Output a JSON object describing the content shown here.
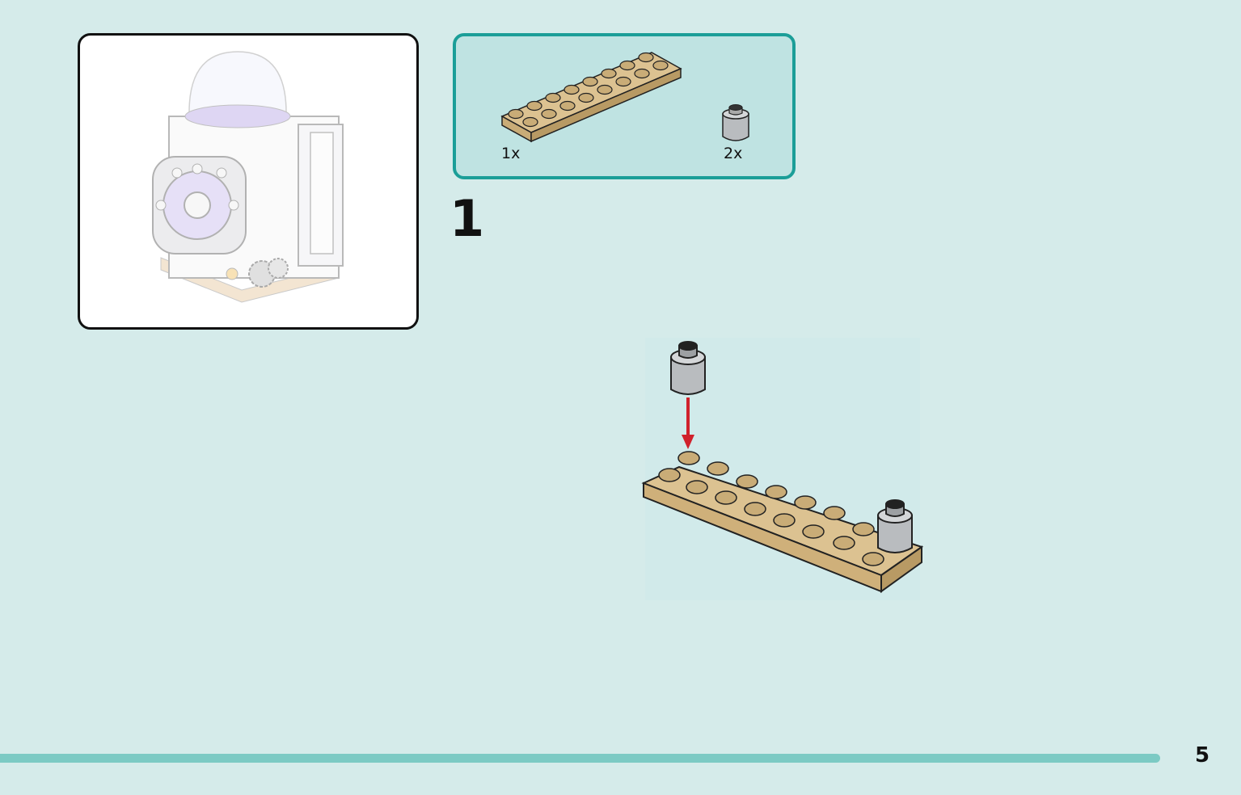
{
  "parts_list": [
    {
      "name": "tan-plate-2x8",
      "quantity": "1x",
      "color": "#d9bd8a"
    },
    {
      "name": "light-gray-round-brick",
      "quantity": "2x",
      "color": "#b9bcbf"
    }
  ],
  "step": {
    "number": "1"
  },
  "page": {
    "number": "5"
  },
  "colors": {
    "background": "#d5ebea",
    "parts_panel": "#bfe3e2",
    "parts_border": "#1b9e98",
    "progress": "#7ccac4",
    "arrow": "#d0212b"
  }
}
